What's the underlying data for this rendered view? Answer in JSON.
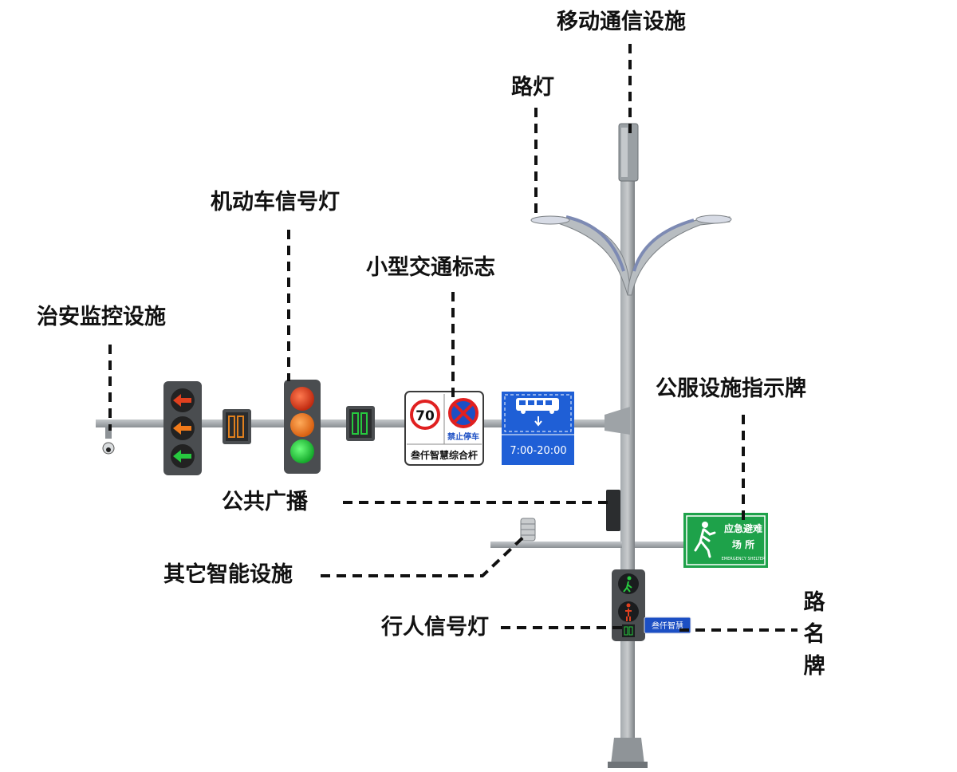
{
  "labels": {
    "mobile_comm": "移动通信设施",
    "street_light": "路灯",
    "vehicle_signal": "机动车信号灯",
    "small_sign": "小型交通标志",
    "security_monitor": "治安监控设施",
    "public_service_sign": "公服设施指示牌",
    "public_broadcast": "公共广播",
    "other_smart": "其它智能设施",
    "pedestrian_signal": "行人信号灯",
    "street_name_sign": "路名牌"
  },
  "sign_panel": {
    "speed_limit": "70",
    "no_parking": "禁止停车",
    "brand": "叁仟智慧综合杆"
  },
  "bus_lane_sign": {
    "hours": "7:00-20:00"
  },
  "shelter_sign": {
    "line1": "应急避难",
    "line2": "场 所",
    "english": "EMERGENCY SHELTER"
  },
  "street_sign": {
    "text": "叁仟智慧"
  },
  "colors": {
    "pole": "#8f9498",
    "signal_housing": "#4a4d50",
    "red_light": "#e0401e",
    "amber_light": "#f07a1a",
    "green_light": "#27c93f",
    "bus_sign_blue": "#1f5fd6",
    "shelter_green": "#1ea24a",
    "no_parking_red": "#e02020",
    "no_parking_blue": "#1c4fc4"
  }
}
